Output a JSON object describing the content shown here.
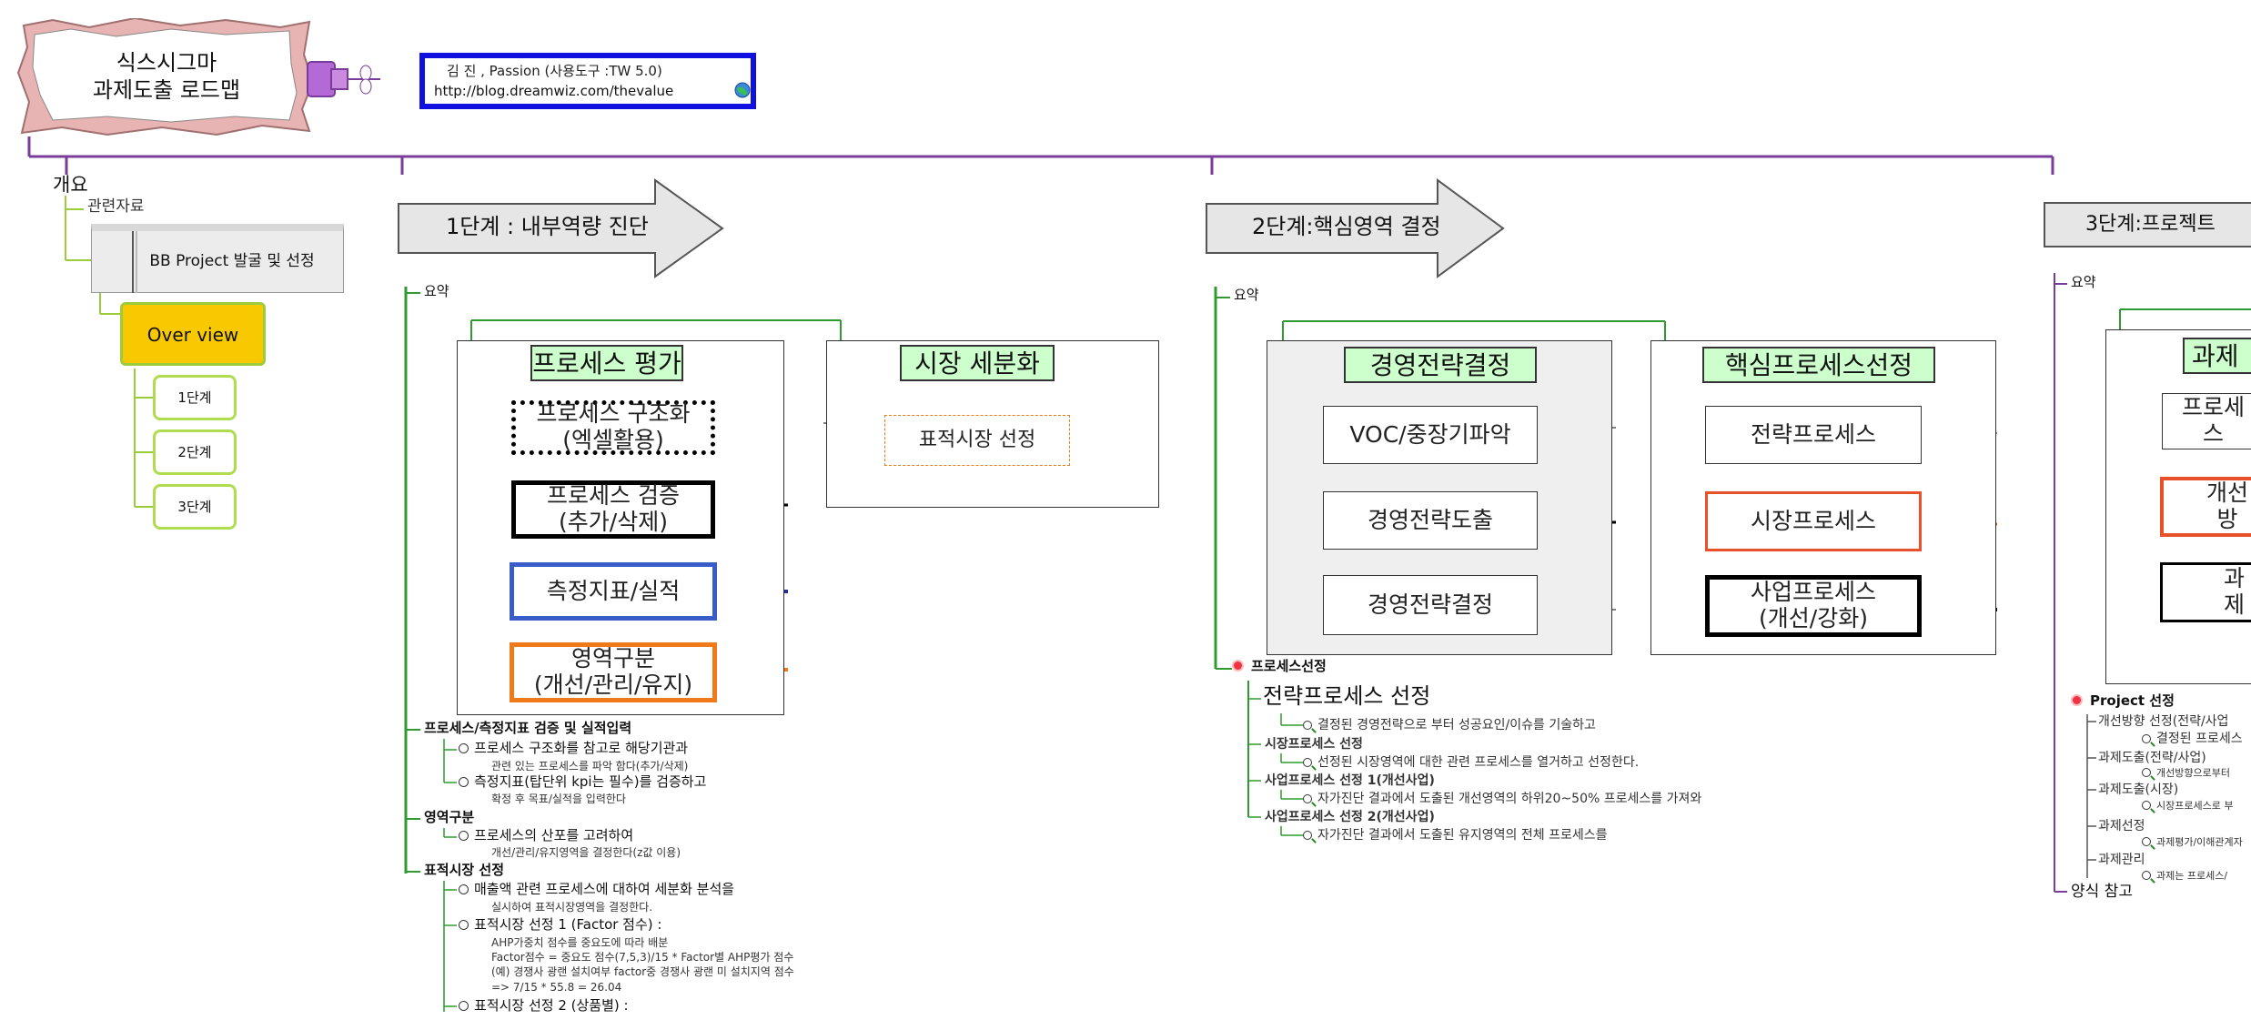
{
  "title": {
    "line1": "식스시그마",
    "line2": "과제도출 로드맵"
  },
  "author": {
    "line1": "김  진 , Passion   (사용도구 :TW 5.0)",
    "url": "http://blog.dreamwiz.com/thevalue"
  },
  "overview": {
    "heading": "개요",
    "related": "관련자료",
    "bb_project": "BB Project 발굴 및 선정",
    "over_view": "Over view",
    "steps": [
      "1단계",
      "2단계",
      "3단계"
    ]
  },
  "stage1": {
    "title": "1단계 : 내부역량 진단",
    "summary": "요약",
    "process_eval": {
      "header": "프로세스 평가",
      "boxes": [
        "프로세스 구조화\n(엑셀활용)",
        "프로세스 검증\n(추가/삭제)",
        "측정지표/실적",
        "영역구분\n(개선/관리/유지)"
      ]
    },
    "market_seg": {
      "header": "시장 세분화",
      "box": "표적시장 선정"
    },
    "notes": {
      "s1_title": "프로세스/측정지표 검증 및 실적입력",
      "s1_a": "프로세스 구조화를 참고로 해당기관과",
      "s1_a_sub": "관련 있는 프로세스를 파악 함다(추가/삭제)",
      "s1_b": "측정지표(탑단위 kpi는 필수)를 검증하고",
      "s1_b_sub": "확정 후 목표/실적을 입력한다",
      "s2_title": "영역구분",
      "s2_a": "프로세스의 산포를 고려하여",
      "s2_a_sub": "개선/관리/유지영역을 결정한다(z값 이용)",
      "s3_title": "표적시장 선정",
      "s3_a": "매출액 관련 프로세스에 대하여 세분화 분석을",
      "s3_a_sub": "실시하여 표적시장영역을 결정한다.",
      "s3_b": "표적시장 선정 1 (Factor 점수) :",
      "s3_b_l1": "AHP가중치 점수를 중요도에 따라 배분",
      "s3_b_l2": "Factor점수 = 중요도 점수(7,5,3)/15 * Factor별 AHP평가 점수",
      "s3_b_l3": "(예) 경쟁사 광랜 설치여부 factor중 경쟁사 광랜 미 설치지역 점수",
      "s3_b_l4": "=> 7/15 * 55.8 = 26.04",
      "s3_c": "표적시장 선정 2 (상품별) :"
    }
  },
  "stage2": {
    "title": "2단계:핵심영역 결정",
    "summary": "요약",
    "strategy": {
      "header": "경영전략결정",
      "boxes": [
        "VOC/중장기파악",
        "경영전략도출",
        "경영전략결정"
      ]
    },
    "core": {
      "header": "핵심프로세스선정",
      "boxes": [
        "전략프로세스",
        "시장프로세스",
        "사업프로세스\n(개선/강화)"
      ]
    },
    "notes": {
      "title": "프로세스선정",
      "a_title": "전략프로세스 선정",
      "a_sub": "결정된 경영전략으로 부터 성공요인/이슈를 기술하고",
      "b_title": "시장프로세스 선정",
      "b_sub": "선정된 시장영역에 대한 관련 프로세스를 열거하고 선정한다.",
      "c_title": "사업프로세스 선정 1(개선사업)",
      "c_sub": "자가진단 결과에서 도출된 개선영역의 하위20~50% 프로세스를 가져와",
      "d_title": "사업프로세스 선정 2(개선사업)",
      "d_sub": "자가진단 결과에서 도출된 유지영역의 전체 프로세스를"
    }
  },
  "stage3": {
    "title": "3단계:프로젝트",
    "summary": "요약",
    "header": "과제",
    "boxes": [
      "프로세스",
      "개선방",
      "과제"
    ],
    "notes": {
      "title": "Project 선정",
      "a": "개선방향 선정(전략/사업",
      "a_sub": "결정된 프로세스",
      "b": "과제도출(전략/사업)",
      "b_sub": "개선방향으로부터",
      "c": "과제도출(시장)",
      "c_sub": "시장프로세스로 부",
      "d": "과제선정",
      "d_sub": "과제평가/이해관계자",
      "e": "과제관리",
      "e_sub": "과제는 프로세스/",
      "f": "양식 참고"
    }
  },
  "colors": {
    "purple": "#7a3c9a",
    "green": "#5aa52a",
    "orange": "#f07a1a",
    "blue": "#3a5cc8",
    "red": "#e8502a",
    "yellow": "#f8c800"
  }
}
